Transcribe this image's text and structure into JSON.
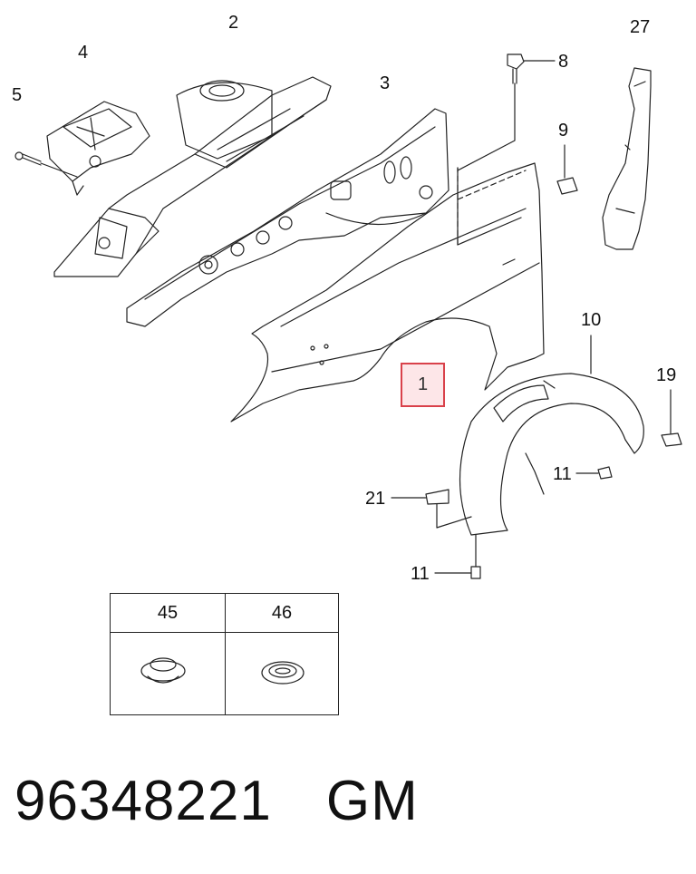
{
  "callouts": {
    "c2": "2",
    "c3": "3",
    "c4": "4",
    "c5": "5",
    "c8": "8",
    "c9": "9",
    "c10": "10",
    "c11a": "11",
    "c11b": "11",
    "c19": "19",
    "c21": "21",
    "c27": "27"
  },
  "highlight": {
    "label": "1",
    "color": "#d9414a",
    "fill": "#fde6e8"
  },
  "legend": {
    "left_label": "45",
    "right_label": "46"
  },
  "footer": {
    "part_number": "96348221",
    "brand": "GM"
  }
}
